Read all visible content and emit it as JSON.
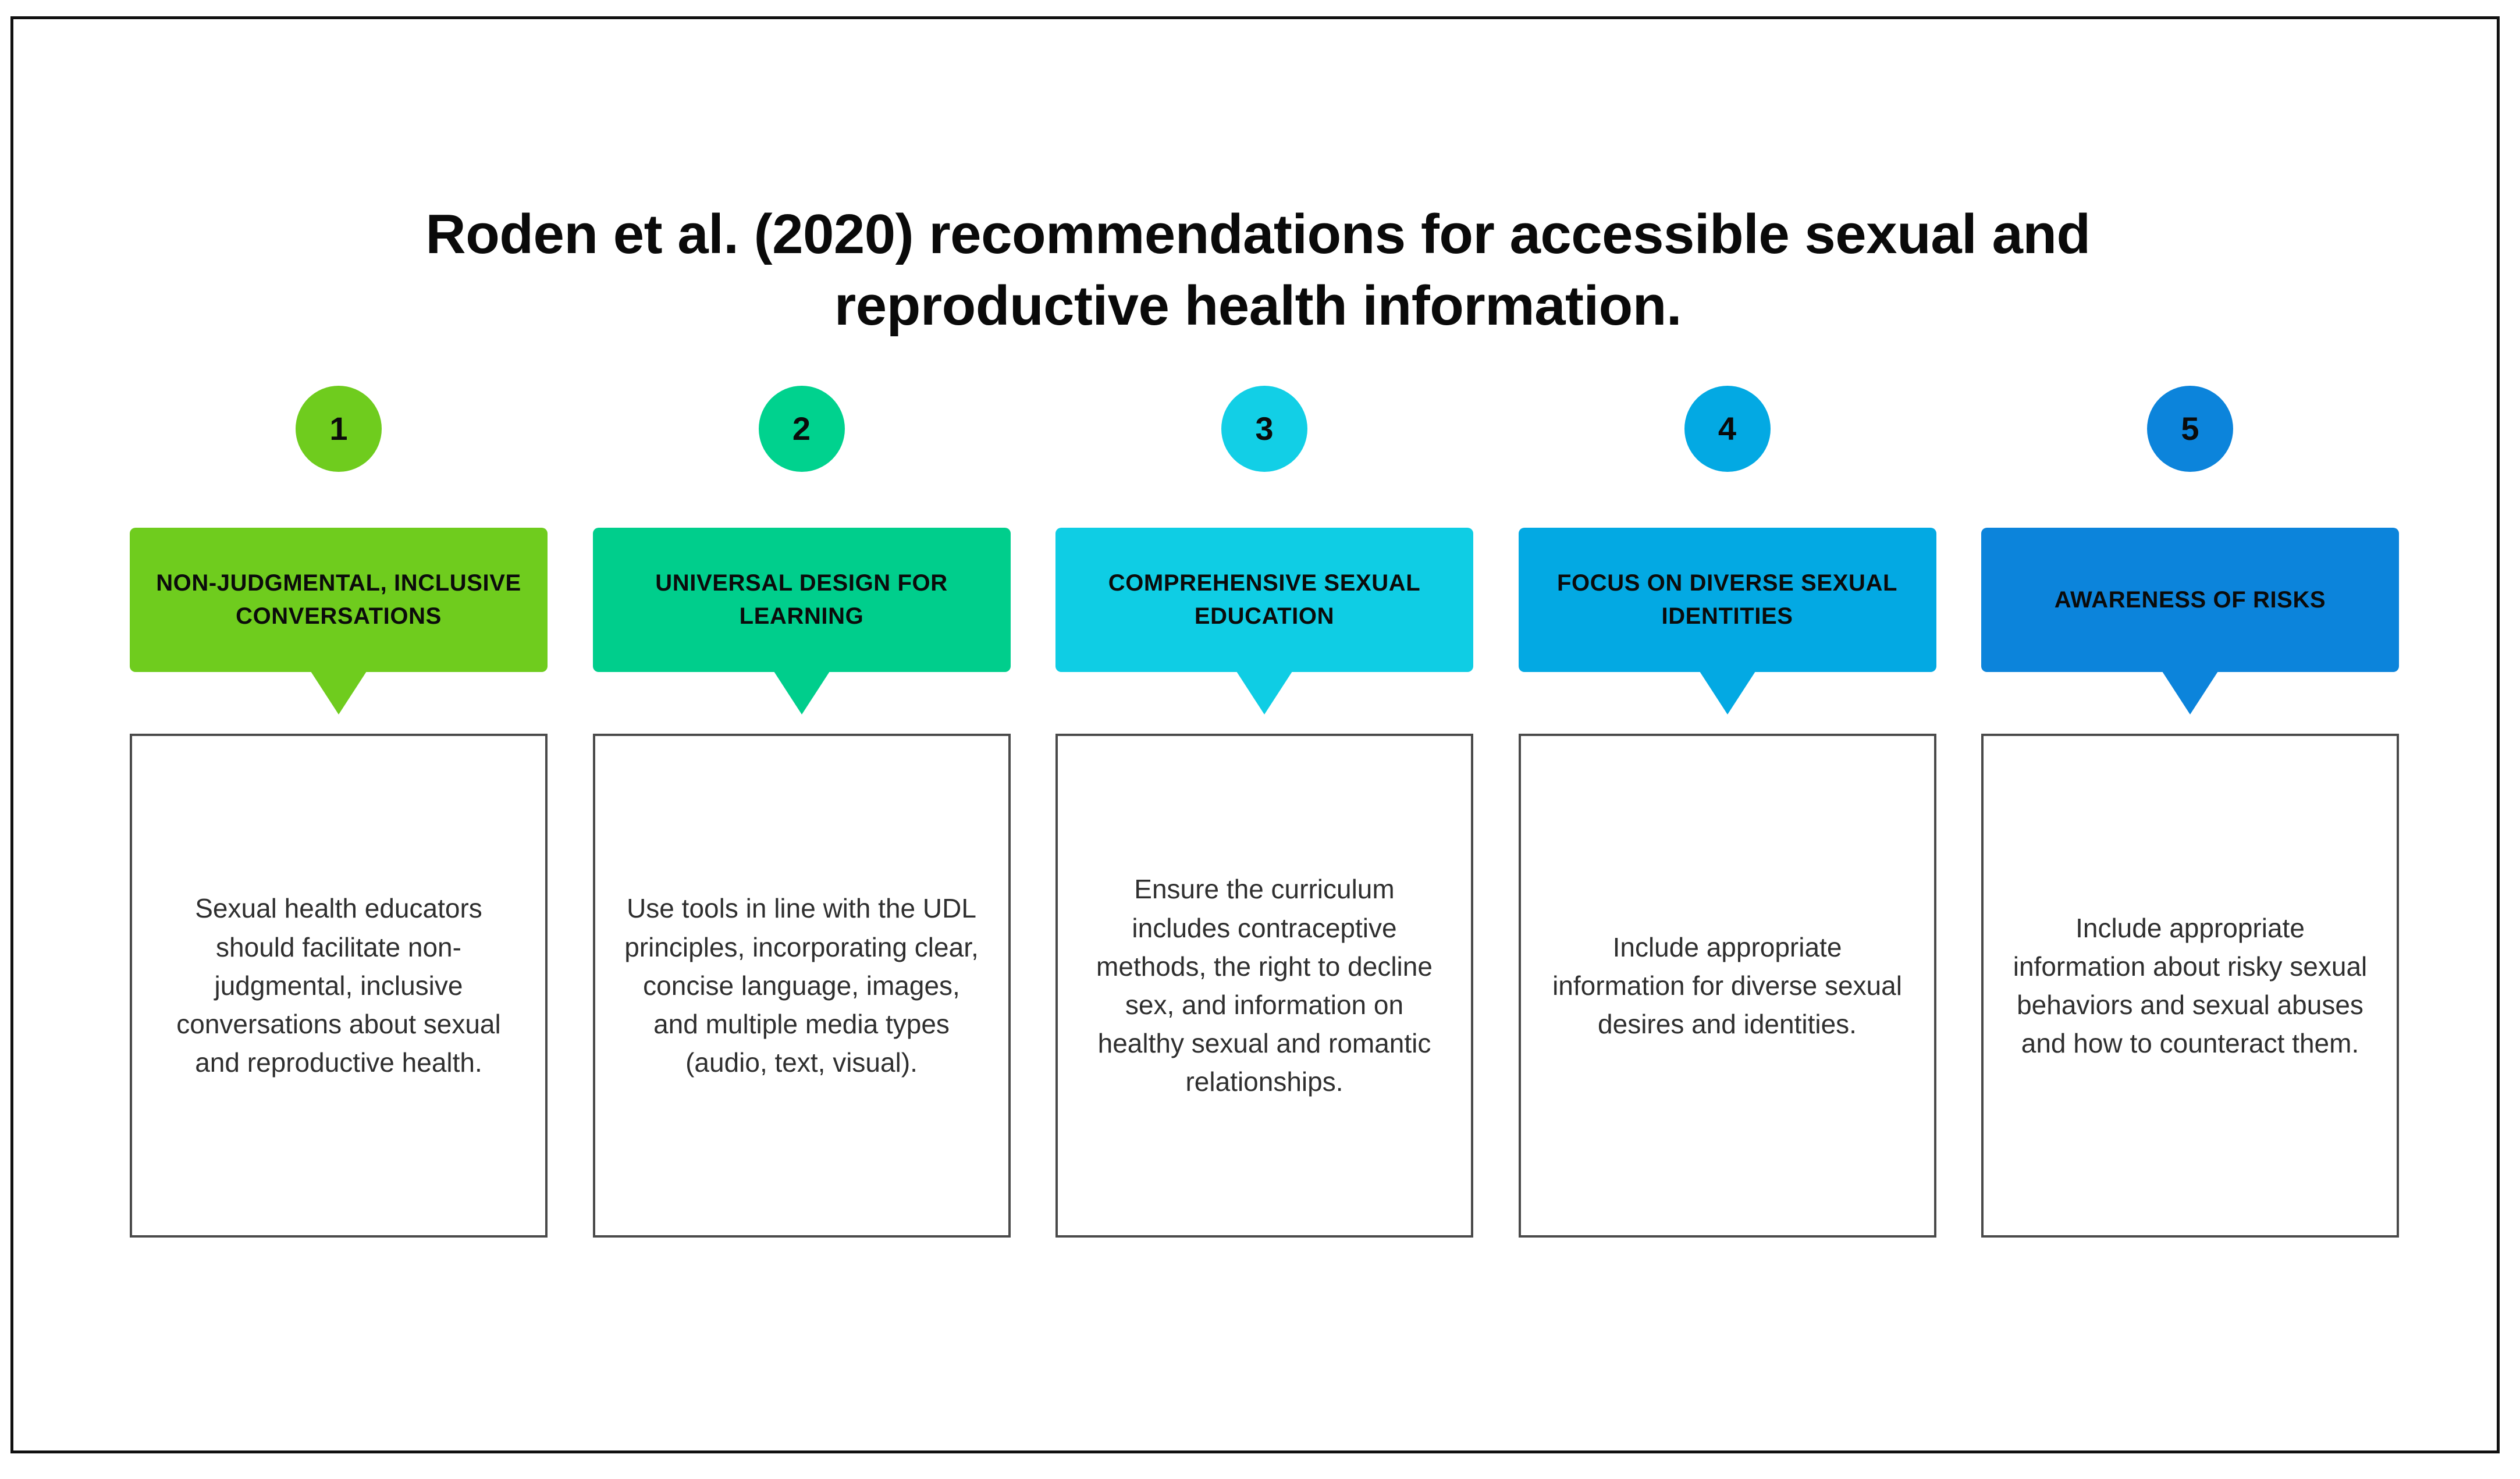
{
  "title": "Roden et al. (2020)  recommendations for accessible sexual and reproductive health information.",
  "frame": {
    "border_color": "#111111",
    "background": "#ffffff"
  },
  "colors": {
    "green": "#6FCC1E",
    "spring_green": "#00D28E",
    "cyan": "#12CFE6",
    "azure": "#03A9E3",
    "blue": "#0C84DB",
    "card_border": "#4a4a4a",
    "body_text": "#2f2f2f",
    "title_text": "#0a0a0a"
  },
  "columns": [
    {
      "number": "1",
      "circle_color": "#6FCC1E",
      "banner_color": "#6FCC1E",
      "banner_label": "NON-JUDGMENTAL, INCLUSIVE CONVERSATIONS",
      "body": "Sexual health educators should facilitate non-judgmental, inclusive conversations about sexual and reproductive health."
    },
    {
      "number": "2",
      "circle_color": "#00D28E",
      "banner_color": "#00CE8C",
      "banner_label": "UNIVERSAL DESIGN FOR LEARNING",
      "body": "Use tools in line with the UDL principles, incorporating clear, concise language, images, and multiple media types (audio, text, visual)."
    },
    {
      "number": "3",
      "circle_color": "#12CFE6",
      "banner_color": "#0FCDE4",
      "banner_label": "COMPREHENSIVE SEXUAL EDUCATION",
      "body": "Ensure the curriculum includes contraceptive methods, the right to decline sex, and information on healthy sexual and romantic relationships."
    },
    {
      "number": "4",
      "circle_color": "#03A9E3",
      "banner_color": "#03A9E3",
      "banner_label": "FOCUS ON DIVERSE SEXUAL IDENTITIES",
      "body": "Include appropriate information for diverse sexual desires and identities."
    },
    {
      "number": "5",
      "circle_color": "#0C84DB",
      "banner_color": "#0C84DB",
      "banner_label": "AWARENESS OF RISKS",
      "body": "Include appropriate information about risky sexual behaviors and sexual abuses and how to counteract them."
    }
  ]
}
